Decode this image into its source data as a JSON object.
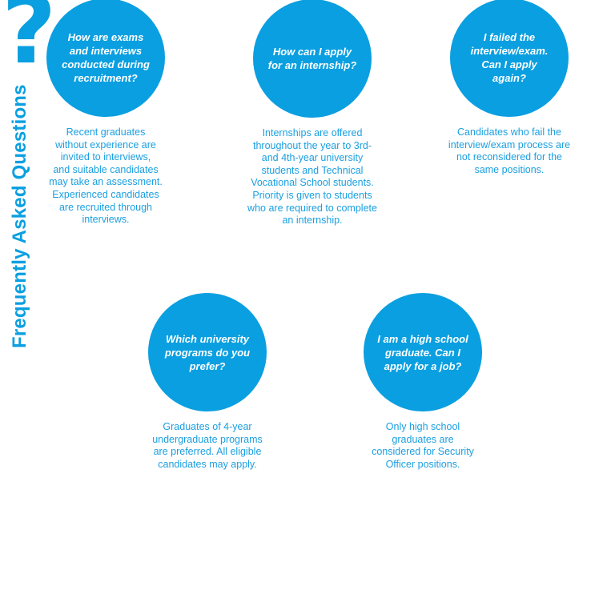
{
  "title": "Frequently Asked Questions",
  "question_mark": "?",
  "faqs": [
    {
      "question": "How are exams\nand interviews\nconducted during\nrecruitment?",
      "answer": "Recent graduates\nwithout experience are\ninvited to interviews,\nand suitable candidates\nmay take an assessment.\nExperienced candidates\nare recruited through\ninterviews."
    },
    {
      "question": "How can I apply\nfor an internship?",
      "answer": "Internships are offered\nthroughout the year to 3rd-\nand 4th-year university\nstudents and Technical\nVocational School students.\nPriority is given to students\nwho are required to complete\nan internship."
    },
    {
      "question": "I failed the\ninterview/exam.\nCan I apply\nagain?",
      "answer": "Candidates who fail the\ninterview/exam process are\nnot reconsidered for the\nsame positions."
    },
    {
      "question": "Which university\nprograms do you\nprefer?",
      "answer": "Graduates of 4-year\nundergraduate programs\nare preferred. All eligible\ncandidates may apply."
    },
    {
      "question": "I am a high school\ngraduate. Can I\napply for a job?",
      "answer": "Only high school\ngraduates are\nconsidered for Security\nOfficer positions."
    }
  ],
  "colors": {
    "accent": "#0a9fe0"
  }
}
